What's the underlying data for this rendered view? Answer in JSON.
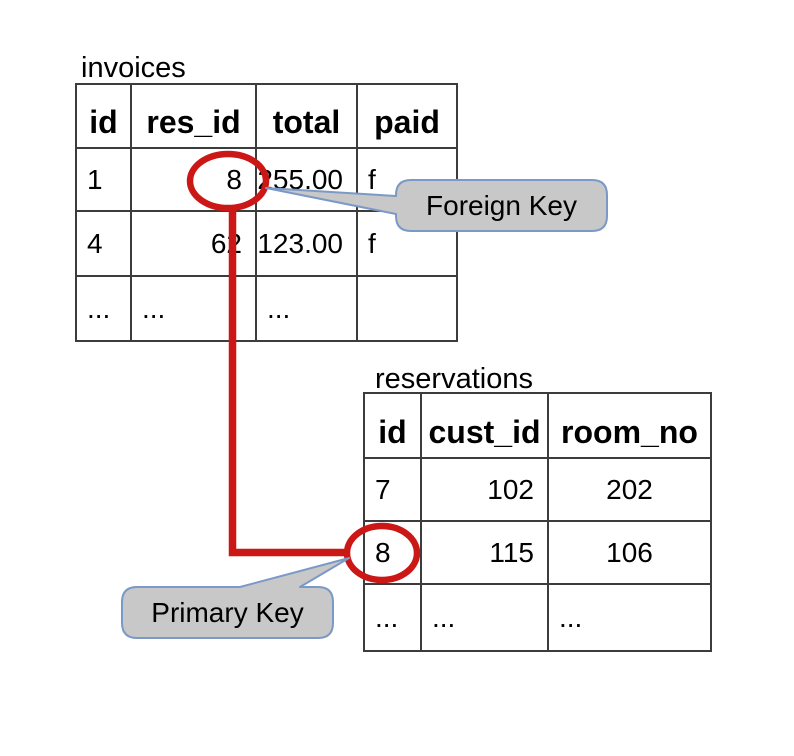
{
  "colors": {
    "red": "#cc1717",
    "callout_fill": "#c8c8c8",
    "callout_border": "#7a99c7",
    "table_border": "#3c3c3c",
    "text": "#000000"
  },
  "tables": {
    "invoices": {
      "title": "invoices",
      "headers": [
        "id",
        "res_id",
        "total",
        "paid"
      ],
      "rows": [
        [
          "1",
          "8",
          "255.00",
          "f"
        ],
        [
          "4",
          "62",
          "123.00",
          "f"
        ],
        [
          "...",
          "...",
          "...",
          ""
        ]
      ]
    },
    "reservations": {
      "title": "reservations",
      "headers": [
        "id",
        "cust_id",
        "room_no"
      ],
      "rows": [
        [
          "7",
          "102",
          "202"
        ],
        [
          "8",
          "115",
          "106"
        ],
        [
          "...",
          "...",
          "..."
        ]
      ]
    }
  },
  "callouts": {
    "foreign_key": "Foreign Key",
    "primary_key": "Primary Key"
  }
}
